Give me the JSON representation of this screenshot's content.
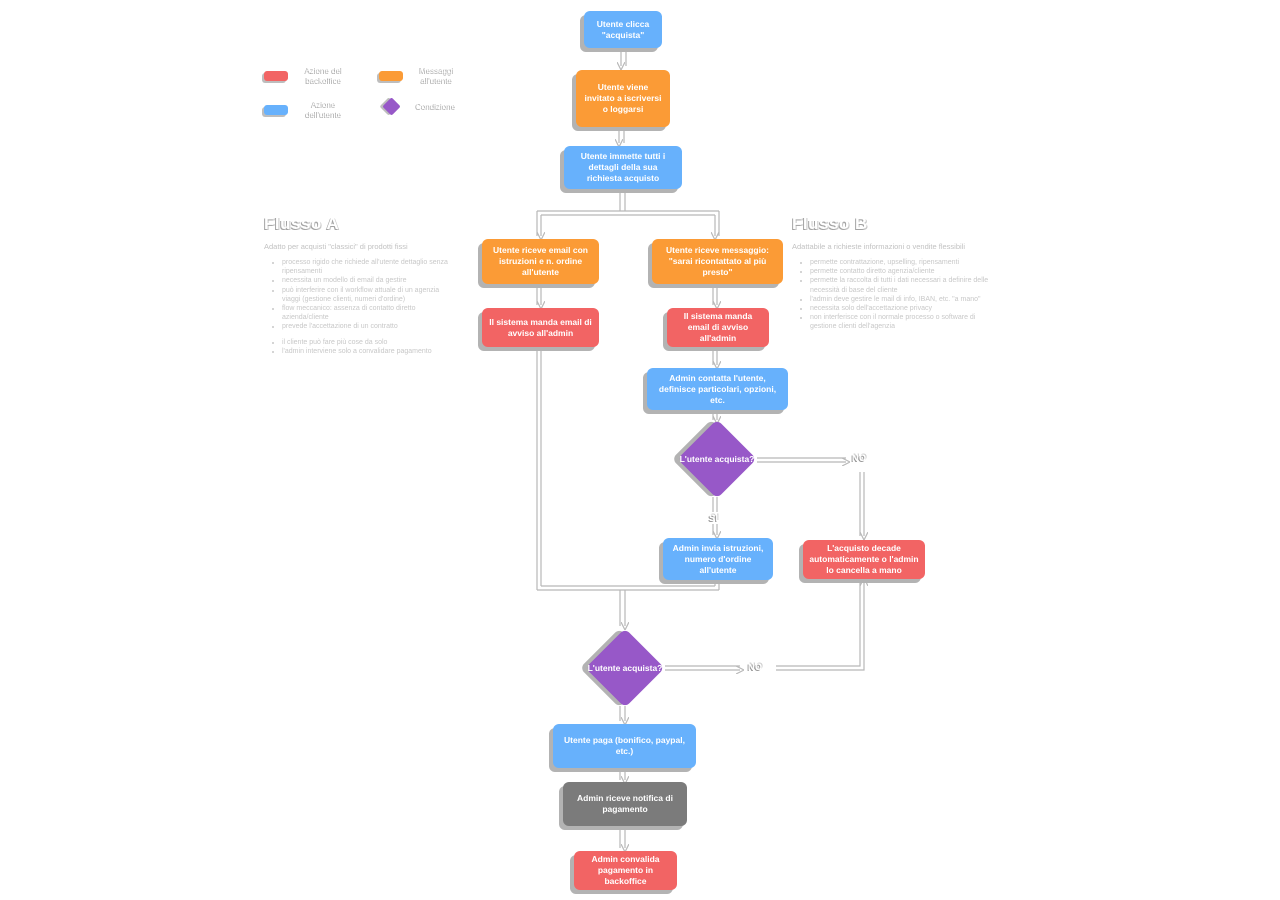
{
  "legend": {
    "items": [
      {
        "key": "backoffice",
        "label": "Azione del backoffice",
        "color": "#f26464",
        "shape": "swatch"
      },
      {
        "key": "messages",
        "label": "Messaggi all'utente",
        "color": "#fb9b36",
        "shape": "swatch"
      },
      {
        "key": "user",
        "label": "Azione dell'utente",
        "color": "#67b1fc",
        "shape": "swatch"
      },
      {
        "key": "condition",
        "label": "Condizione",
        "color": "#9758c8",
        "shape": "diamond"
      }
    ]
  },
  "flux_a": {
    "title": "Flusso A",
    "subtitle": "Adatto per acquisti \"classici\" di prodotti fissi",
    "bullets": [
      "processo rigido che richiede all'utente dettaglio senza ripensamenti",
      "necessita un modello di email da gestire",
      "può interferire con il workflow attuale di un agenzia viaggi (gestione clienti, numeri d'ordine)",
      "flow meccanico: assenza di contatto diretto azienda/cliente",
      "prevede l'accettazione di un contratto"
    ],
    "bullets_extra": [
      "il cliente può fare più cose da solo",
      "l'admin interviene solo a convalidare pagamento"
    ]
  },
  "flux_b": {
    "title": "Flusso B",
    "subtitle": "Adattabile a richieste informazioni o vendite flessibili",
    "bullets": [
      "permette contrattazione, upselling, ripensamenti",
      "permette contatto diretto agenzia/cliente",
      "permette la raccolta di tutti i dati necessari a definire delle necessità di base del cliente",
      "l'admin deve gestire le mail di info, IBAN, etc. \"a mano\"",
      "necessita solo dell'accettazione privacy",
      "non interferisce con il normale processo o software di gestione clienti dell'agenzia"
    ]
  },
  "nodes": {
    "n1": "Utente clicca \"acquista\"",
    "n2": "Utente viene invitato a iscriversi o loggarsi",
    "n3": "Utente immette tutti i dettagli della sua richiesta acquisto",
    "a1": "Utente riceve email con istruzioni e n. ordine all'utente",
    "a2": "Il sistema manda email di avviso all'admin",
    "b1": "Utente riceve messaggio: \"sarai ricontattato al più presto\"",
    "b2": "Il sistema manda email di avviso all'admin",
    "b3": "Admin contatta l'utente, definisce particolari, opzioni, etc.",
    "b4": "Admin invia istruzioni, numero d'ordine all'utente",
    "cancel": "L'acquisto decade automaticamente o l'admin lo cancella a mano",
    "pay": "Utente paga (bonifico, paypal, etc.)",
    "notify": "Admin riceve notifica di pagamento",
    "validate": "Admin convalida pagamento in backoffice"
  },
  "conditions": {
    "c1": "L'utente acquista?",
    "c2": "L'utente acquista?"
  },
  "wire_labels": {
    "c1_no": "NO",
    "c1_yes": "SI",
    "c2_no": "NO"
  },
  "colors": {
    "user_action": "#67b1fc",
    "message": "#fb9b36",
    "backoffice": "#f26464",
    "condition": "#9758c8",
    "neutral": "#7b7b7b",
    "connector": "#b8b8b8"
  }
}
